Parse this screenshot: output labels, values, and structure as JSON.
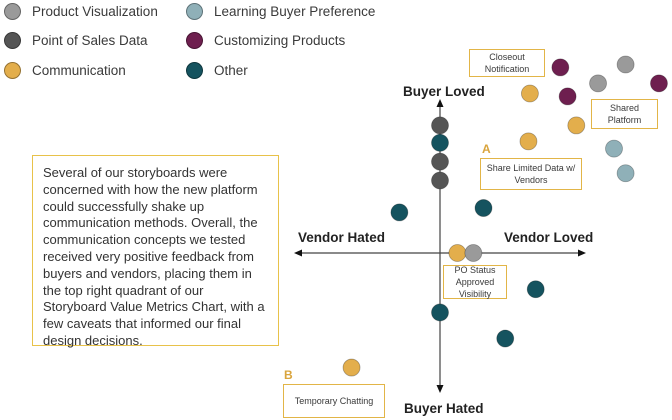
{
  "legend": [
    {
      "label": "Product Visualization",
      "color": "#9a9a9a",
      "category": "product_visualization"
    },
    {
      "label": "Point of Sales Data",
      "color": "#555555",
      "category": "point_of_sales"
    },
    {
      "label": "Communication",
      "color": "#e3ae4c",
      "category": "communication"
    },
    {
      "label": "Learning Buyer Preference",
      "color": "#8fb0b8",
      "category": "learning_buyer"
    },
    {
      "label": "Customizing Products",
      "color": "#6e1f4f",
      "category": "customizing"
    },
    {
      "label": "Other",
      "color": "#15535f",
      "category": "other"
    }
  ],
  "axes": {
    "top": "Buyer Loved",
    "bottom": "Buyer Hated",
    "left": "Vendor Hated",
    "right": "Vendor Loved"
  },
  "description": "Several of our storyboards were concerned with how the new platform could successfully shake up communication methods. Overall, the communication concepts we tested received very positive feedback from buyers and vendors, placing them in the top right quadrant of our Storyboard Value Metrics Chart, with a few caveats that informed our final design decisions.",
  "callouts": {
    "closeout": "Closeout Notification",
    "shared_platform": "Shared Platform",
    "share_limited": "Share Limited Data w/ Vendors",
    "po_status": "PO Status Approved Visibility",
    "temporary_chatting": "Temporary Chatting"
  },
  "markers": {
    "a": "A",
    "b": "B"
  },
  "chart_data": {
    "type": "scatter",
    "title": "Storyboard Value Metrics Chart",
    "xlabel_negative": "Vendor Hated",
    "xlabel_positive": "Vendor Loved",
    "ylabel_positive": "Buyer Loved",
    "ylabel_negative": "Buyer Hated",
    "xlim": [
      -1,
      1
    ],
    "ylim": [
      -1,
      1
    ],
    "grid": false,
    "legend_position": "top-left",
    "points": [
      {
        "category": "customizing",
        "x": 0.83,
        "y": 1.28
      },
      {
        "category": "communication",
        "x": 0.62,
        "y": 1.1
      },
      {
        "category": "customizing",
        "x": 0.88,
        "y": 1.08
      },
      {
        "category": "product_visualization",
        "x": 1.09,
        "y": 1.17
      },
      {
        "category": "product_visualization",
        "x": 1.28,
        "y": 1.3
      },
      {
        "category": "customizing",
        "x": 1.51,
        "y": 1.17
      },
      {
        "category": "communication",
        "x": 0.94,
        "y": 0.88
      },
      {
        "category": "communication",
        "x": 0.61,
        "y": 0.77
      },
      {
        "category": "learning_buyer",
        "x": 1.2,
        "y": 0.72
      },
      {
        "category": "learning_buyer",
        "x": 1.28,
        "y": 0.55
      },
      {
        "category": "point_of_sales",
        "x": 0.0,
        "y": 0.88
      },
      {
        "category": "other",
        "x": 0.0,
        "y": 0.76
      },
      {
        "category": "point_of_sales",
        "x": 0.0,
        "y": 0.63
      },
      {
        "category": "point_of_sales",
        "x": 0.0,
        "y": 0.5
      },
      {
        "category": "other",
        "x": -0.28,
        "y": 0.28
      },
      {
        "category": "other",
        "x": 0.3,
        "y": 0.31
      },
      {
        "category": "communication",
        "x": 0.12,
        "y": 0.0
      },
      {
        "category": "product_visualization",
        "x": 0.23,
        "y": 0.0
      },
      {
        "category": "other",
        "x": 0.66,
        "y": -0.25
      },
      {
        "category": "other",
        "x": 0.0,
        "y": -0.41
      },
      {
        "category": "other",
        "x": 0.45,
        "y": -0.59
      },
      {
        "category": "communication",
        "x": -0.61,
        "y": -0.79
      }
    ]
  }
}
